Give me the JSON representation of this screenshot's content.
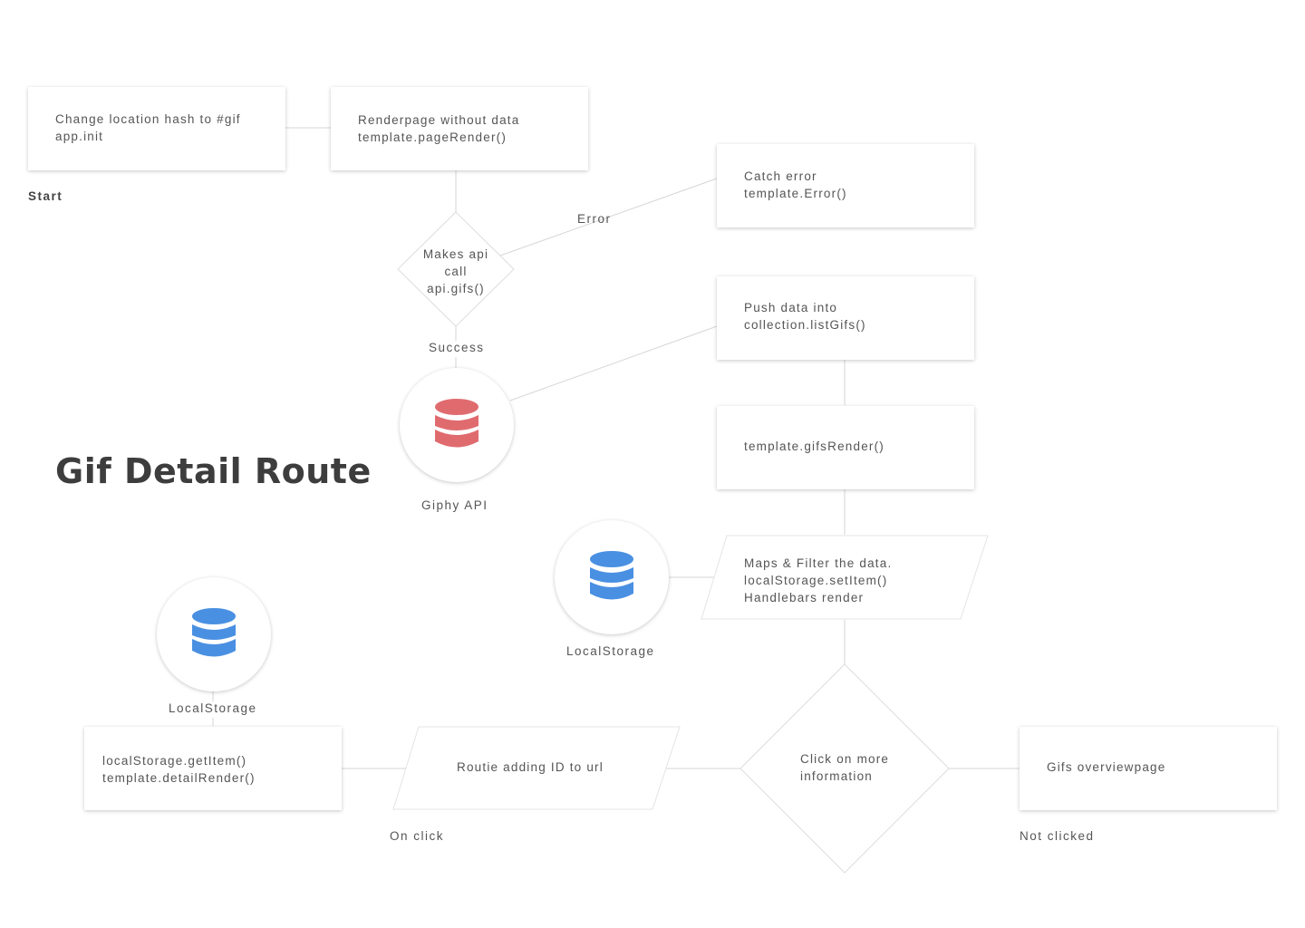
{
  "title": "Gif Detail Route",
  "colors": {
    "api_icon": "#e06b6f",
    "storage_icon": "#4a90e2",
    "line": "#d6d6d6",
    "text": "#555555"
  },
  "nodes": {
    "change_hash": {
      "line1": "Change location hash to #gif",
      "line2": "app.init"
    },
    "render_page": {
      "line1": "Renderpage without data",
      "line2": "template.pageRender()"
    },
    "catch_error": {
      "line1": "Catch error",
      "line2": "template.Error()"
    },
    "api_call": {
      "line1": "Makes api",
      "line2": "call",
      "line3": "api.gifs()"
    },
    "push_data": {
      "line1": "Push data into",
      "line2": "collection.listGifs()"
    },
    "gifs_render": {
      "line1": "template.gifsRender()"
    },
    "maps_filter": {
      "line1": "Maps & Filter the data.",
      "line2": "localStorage.setItem()",
      "line3": "Handlebars render"
    },
    "click_more": {
      "line1": "Click on more",
      "line2": "information"
    },
    "gifs_overview": {
      "line1": "Gifs overviewpage"
    },
    "routie": {
      "line1": "Routie adding ID to url"
    },
    "detail_render": {
      "line1": "localStorage.getItem()",
      "line2": "template.detailRender()"
    }
  },
  "labels": {
    "start": "Start",
    "error": "Error",
    "success": "Success",
    "giphy_api": "Giphy API",
    "local_storage_1": "LocalStorage",
    "local_storage_2": "LocalStorage",
    "on_click": "On click",
    "not_clicked": "Not clicked"
  },
  "icons": {
    "giphy_api": "database-icon",
    "local_storage_1": "database-icon",
    "local_storage_2": "database-icon"
  }
}
